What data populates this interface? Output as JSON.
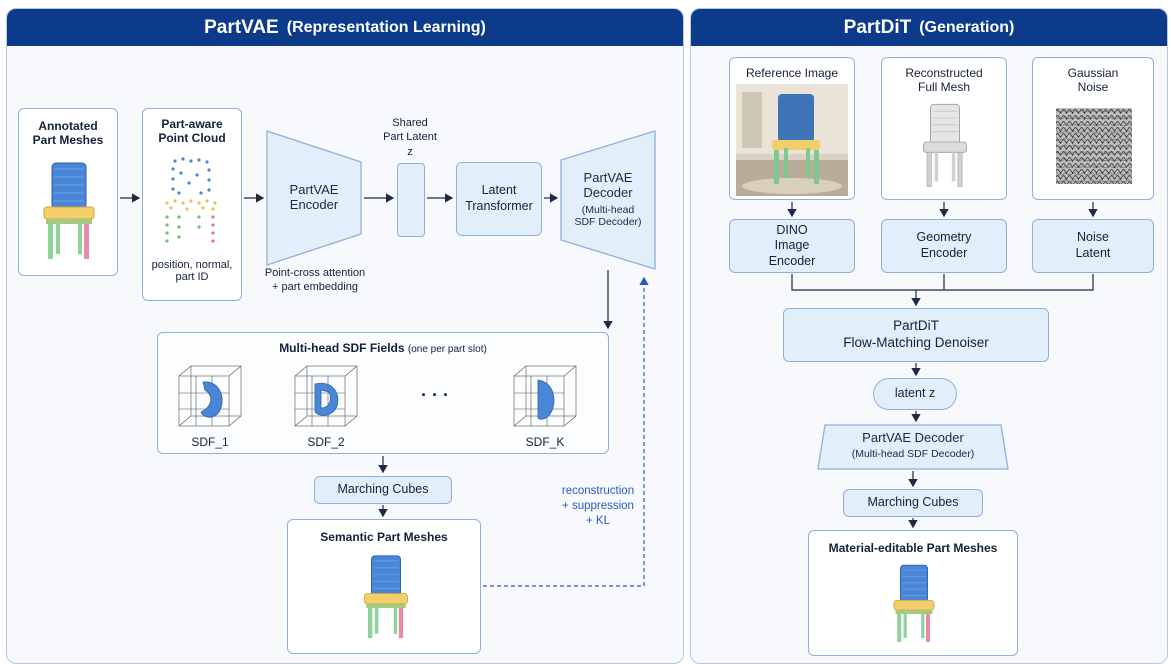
{
  "left_panel": {
    "title": "PartVAE",
    "subtitle": "(Representation Learning)",
    "input_card": "Annotated\nPart Meshes",
    "pointcloud_card": "Part-aware\nPoint Cloud",
    "pointcloud_caption": "position, normal,\npart ID",
    "encoder": "PartVAE\nEncoder",
    "encoder_caption": "Point-cross attention\n+ part embedding",
    "latent_label": "Shared\nPart Latent\nz",
    "latent_transformer": "Latent\nTransformer",
    "decoder": "PartVAE\nDecoder",
    "decoder_sub": "(Multi-head\nSDF Decoder)",
    "sdf_title": "Multi-head SDF Fields",
    "sdf_title_sub": "(one per part slot)",
    "sdf_labels": [
      "SDF_1",
      "SDF_2",
      "SDF_K"
    ],
    "ellipsis": "· · ·",
    "marching_cubes": "Marching Cubes",
    "semantic_meshes": "Semantic Part Meshes",
    "loss_label": "reconstruction\n+ suppression\n+ KL"
  },
  "right_panel": {
    "title": "PartDiT",
    "subtitle": "(Generation)",
    "inputs": [
      {
        "title": "Reference Image",
        "name": "reference-image"
      },
      {
        "title": "Reconstructed\nFull Mesh",
        "name": "reconstructed-mesh"
      },
      {
        "title": "Gaussian\nNoise",
        "name": "gaussian-noise"
      }
    ],
    "encoders": [
      "DINO\nImage\nEncoder",
      "Geometry\nEncoder",
      "Noise\nLatent"
    ],
    "denoiser": "PartDiT\nFlow-Matching Denoiser",
    "latent": "latent z",
    "decoder": "PartVAE Decoder",
    "decoder_sub": "(Multi-head SDF Decoder)",
    "marching_cubes": "Marching Cubes",
    "output": "Material-editable Part Meshes"
  },
  "colors": {
    "header": "#0d3b8c",
    "box_fill": "#e3eefb",
    "box_border": "#8fb0dc",
    "arrow": "#1b2a44",
    "feedback": "#2a5bbf",
    "seat": "#f2cf6b",
    "back": "#4a86d6",
    "leg_green": "#8fd39a",
    "leg_pink": "#e88aa6"
  }
}
